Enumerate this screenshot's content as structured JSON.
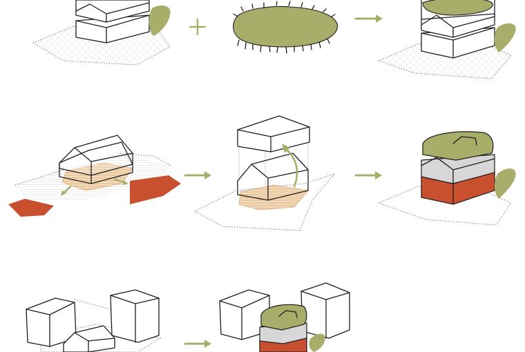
{
  "colors": {
    "green": "#a8ad6a",
    "rust": "#c8502f",
    "beige": "#f2d9b8",
    "gray": "#d7d7d7",
    "ink": "#1c1c1c"
  },
  "rows": [
    {
      "steps": [
        {
          "name": "house-with-tree",
          "icon": "house-tree-icon"
        },
        {
          "operator": "plus",
          "icon": "plus-icon"
        },
        {
          "name": "green-mass",
          "icon": "green-blob-icon"
        },
        {
          "operator": "arrow",
          "icon": "arrow-right-icon"
        },
        {
          "name": "house-topped-green",
          "icon": "stack-green-icon"
        }
      ]
    },
    {
      "steps": [
        {
          "name": "house-spread-ground",
          "icon": "house-ground-icon"
        },
        {
          "operator": "arrow",
          "icon": "arrow-right-icon"
        },
        {
          "name": "house-lifted-volume",
          "icon": "lift-volume-icon"
        },
        {
          "operator": "arrow",
          "icon": "arrow-right-icon"
        },
        {
          "name": "three-layer-stack",
          "icon": "layer-stack-icon"
        }
      ]
    },
    {
      "steps": [
        {
          "name": "neighbourhood-blocks",
          "icon": "blocks-icon"
        },
        {
          "operator": "arrow",
          "icon": "arrow-right-icon"
        },
        {
          "name": "stack-between-blocks",
          "icon": "context-stack-icon"
        }
      ]
    }
  ]
}
